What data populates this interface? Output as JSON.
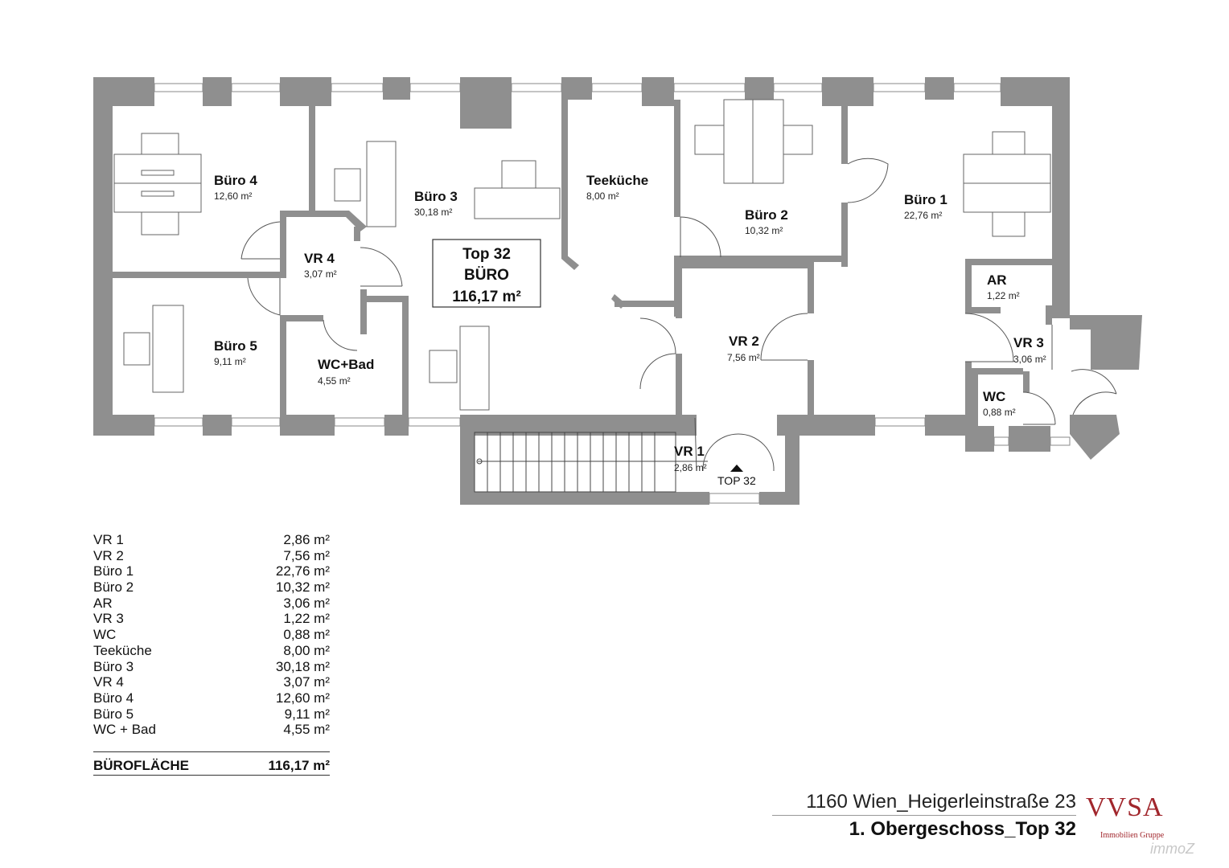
{
  "rooms": {
    "buero4": {
      "name": "Büro 4",
      "area": "12,60 m²"
    },
    "buero3": {
      "name": "Büro 3",
      "area": "30,18 m²"
    },
    "teekueche": {
      "name": "Teeküche",
      "area": "8,00 m²"
    },
    "buero2": {
      "name": "Büro 2",
      "area": "10,32 m²"
    },
    "buero1": {
      "name": "Büro 1",
      "area": "22,76 m²"
    },
    "vr4": {
      "name": "VR 4",
      "area": "3,07 m²"
    },
    "buero5": {
      "name": "Büro 5",
      "area": "9,11 m²"
    },
    "wcbad": {
      "name": "WC+Bad",
      "area": "4,55 m²"
    },
    "vr2": {
      "name": "VR 2",
      "area": "7,56 m²"
    },
    "ar": {
      "name": "AR",
      "area": "1,22 m²"
    },
    "vr3": {
      "name": "VR 3",
      "area": "3,06 m²"
    },
    "wc": {
      "name": "WC",
      "area": "0,88 m²"
    },
    "vr1": {
      "name": "VR 1",
      "area": "2,86 m²"
    }
  },
  "top_box": {
    "line1": "Top 32",
    "line2": "BÜRO",
    "line3": "116,17 m²"
  },
  "entry_label": "TOP 32",
  "area_table": [
    {
      "label": "VR 1",
      "value": "2,86 m²"
    },
    {
      "label": "VR 2",
      "value": "7,56 m²"
    },
    {
      "label": "Büro 1",
      "value": "22,76 m²"
    },
    {
      "label": "Büro 2",
      "value": "10,32 m²"
    },
    {
      "label": "AR",
      "value": "3,06 m²"
    },
    {
      "label": "VR 3",
      "value": "1,22 m²"
    },
    {
      "label": "WC",
      "value": "0,88 m²"
    },
    {
      "label": "Teeküche",
      "value": "8,00 m²"
    },
    {
      "label": "Büro 3",
      "value": "30,18 m²"
    },
    {
      "label": "VR 4",
      "value": "3,07 m²"
    },
    {
      "label": "Büro 4",
      "value": "12,60 m²"
    },
    {
      "label": "Büro 5",
      "value": "9,11 m²"
    },
    {
      "label": "WC + Bad",
      "value": "4,55 m²"
    }
  ],
  "area_total": {
    "label": "BÜROFLÄCHE",
    "value": "116,17 m²"
  },
  "footer": {
    "address": "1160 Wien_Heigerleinstraße 23",
    "floor": "1. Obergeschoss_Top 32"
  },
  "logo": {
    "brand": "VVSA",
    "sub": "Immobilien Gruppe"
  },
  "watermark": "immoZ",
  "colors": {
    "wall": "#8f8f8f",
    "brand": "#a1262c"
  }
}
